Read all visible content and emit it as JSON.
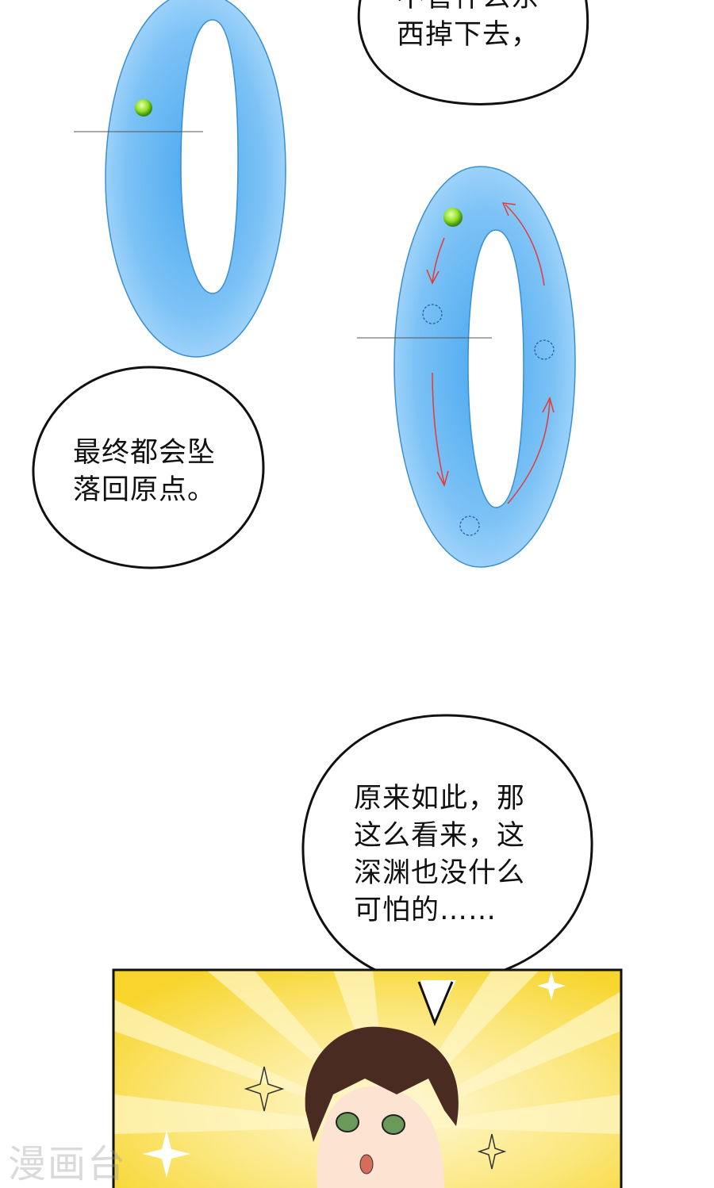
{
  "bubbles": {
    "top": {
      "line1": "不管什么东",
      "line2": "西掉下去，"
    },
    "left": {
      "line1": "最终都会坠",
      "line2": "落回原点。"
    },
    "right": {
      "line1": "原来如此，那",
      "line2": "这么看来，这",
      "line3": "深渊也没什么",
      "line4": "可怕的……"
    }
  },
  "watermark": "漫画台",
  "colors": {
    "ring": "#7fc4f5",
    "ball": "#8fe024",
    "arrow": "#e53935",
    "panel_yellow": "#f9d93a"
  }
}
